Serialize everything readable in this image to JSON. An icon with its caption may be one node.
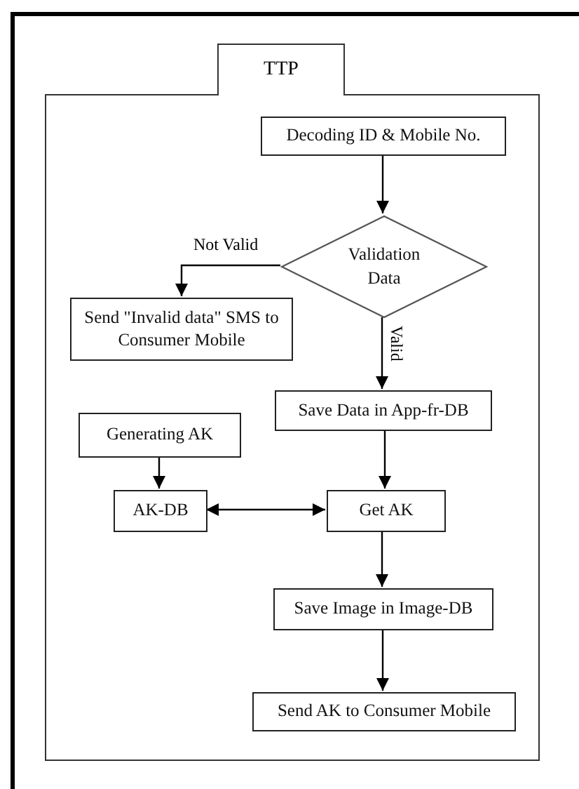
{
  "diagram": {
    "nodes": [
      {
        "text": [
          "TTP"
        ]
      },
      {
        "text": [
          "Decoding ID & Mobile No."
        ],
        "in": 0
      },
      {
        "text": [
          "Validation Data"
        ],
        "in": 0
      },
      {
        "text": [
          "Send \"Invalid data\" SMS to Consumer Mobile"
        ],
        "in": 0
      },
      {
        "text": [
          "Save Data in App-fr-DB"
        ],
        "in": 0
      },
      {
        "text": [
          "Generating AK"
        ],
        "in": 0
      },
      {
        "text": [
          "AK-DB"
        ],
        "in": 0
      },
      {
        "text": [
          "Get AK"
        ],
        "in": 0
      },
      {
        "text": [
          "Save Image in Image-DB"
        ],
        "in": 0
      },
      {
        "text": [
          "Send AK to Consumer Mobile"
        ],
        "in": 0
      }
    ],
    "edges": [
      {
        "from": 1,
        "to": 2,
        "arrow": "to"
      },
      {
        "from": 2,
        "to": 3,
        "arrow": "to",
        "label": "Not Valid"
      },
      {
        "from": 2,
        "to": 4,
        "arrow": "to",
        "label": "Valid"
      },
      {
        "from": 4,
        "to": 7,
        "arrow": "to"
      },
      {
        "from": 5,
        "to": 6,
        "arrow": "to"
      },
      {
        "from": 6,
        "to": 7,
        "arrow": "both"
      },
      {
        "from": 7,
        "to": 8,
        "arrow": "to"
      },
      {
        "from": 8,
        "to": 9,
        "arrow": "to"
      }
    ]
  }
}
